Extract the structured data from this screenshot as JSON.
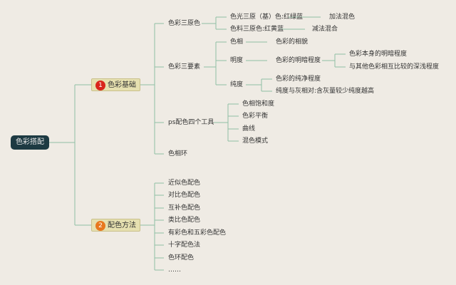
{
  "root": "色彩搭配",
  "branches": [
    {
      "num": "1",
      "label": "色彩基础",
      "badge_color": "#d9261c",
      "children": [
        {
          "label": "色彩三原色",
          "children": [
            {
              "label": "色光三原（基）色:红绿蓝",
              "child": "加法混色"
            },
            {
              "label": "色料三原色:红黄蓝",
              "child": "减法混合"
            }
          ]
        },
        {
          "label": "色彩三要素",
          "children": [
            {
              "label": "色相",
              "child": "色彩的相貌"
            },
            {
              "label": "明度",
              "child": "色彩的明暗程度",
              "sub": [
                "色彩本身的明暗程度",
                "与其他色彩相互比较的深浅程度"
              ]
            },
            {
              "label": "纯度",
              "sub": [
                "色彩的纯净程度",
                "纯度与灰相对:含灰量较少纯度越高"
              ]
            }
          ]
        },
        {
          "label": "ps配色四个工具",
          "children": [
            "色相饱和度",
            "色彩平衡",
            "曲线",
            "混色模式"
          ]
        },
        {
          "label": "色相环"
        }
      ]
    },
    {
      "num": "2",
      "label": "配色方法",
      "badge_color": "#e8781e",
      "children": [
        "近似色配色",
        "对比色配色",
        "互补色配色",
        "类比色配色",
        "有彩色和五彩色配色",
        "十字配色法",
        "色环配色",
        "……"
      ]
    }
  ],
  "colors": {
    "line": "#8fbfa5",
    "root_bg": "#1d3a42"
  }
}
